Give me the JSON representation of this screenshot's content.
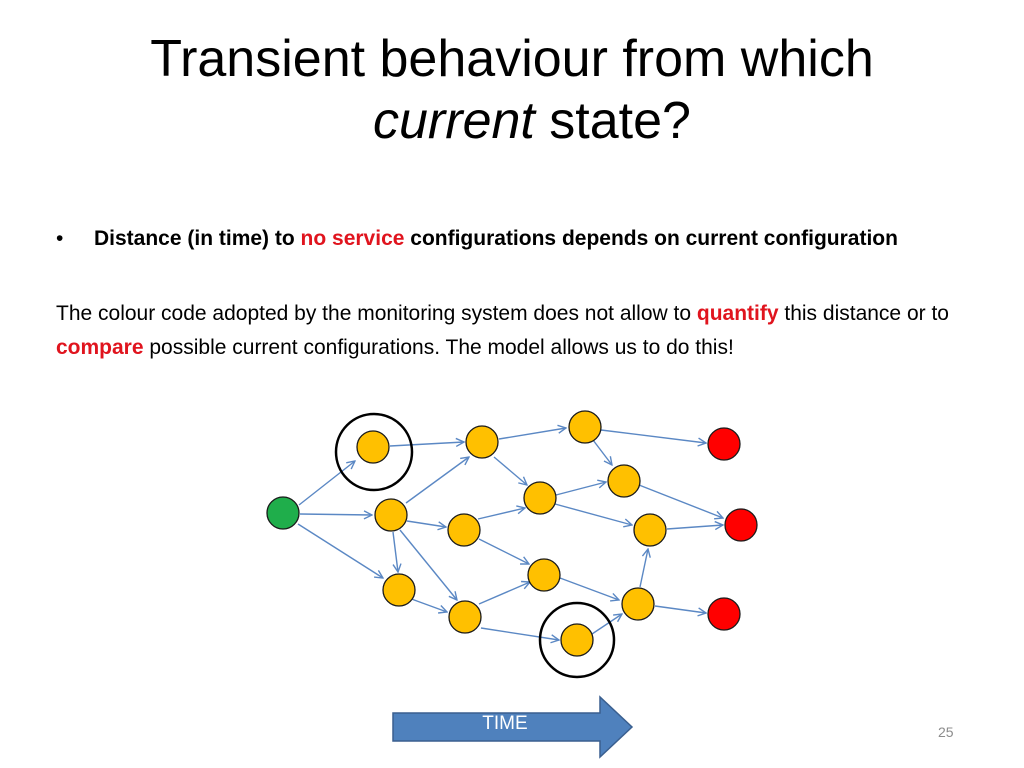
{
  "title": {
    "line1": "Transient behaviour from which",
    "line2_em": "current",
    "line2_rest": " state?"
  },
  "bullet": {
    "marker": "•",
    "part1": "Distance (in time) to ",
    "highlight": "no service",
    "part2": " configurations depends on current configuration"
  },
  "paragraph": {
    "part1": "The colour code adopted by the monitoring system does not allow to ",
    "quantify": "quantify",
    "part2": " this distance or to ",
    "compare": "compare",
    "part3": " possible current configurations.  The model allows us to do this!"
  },
  "time_label": "TIME",
  "page_number": "25",
  "colors": {
    "start_node": "#1fae4b",
    "state_node": "#ffc000",
    "no_service_node": "#ff0000",
    "edge": "#5b88c4",
    "time_arrow_fill": "#4f81bd",
    "time_arrow_stroke": "#3a5f8f",
    "highlight_text": "#e0141e"
  }
}
